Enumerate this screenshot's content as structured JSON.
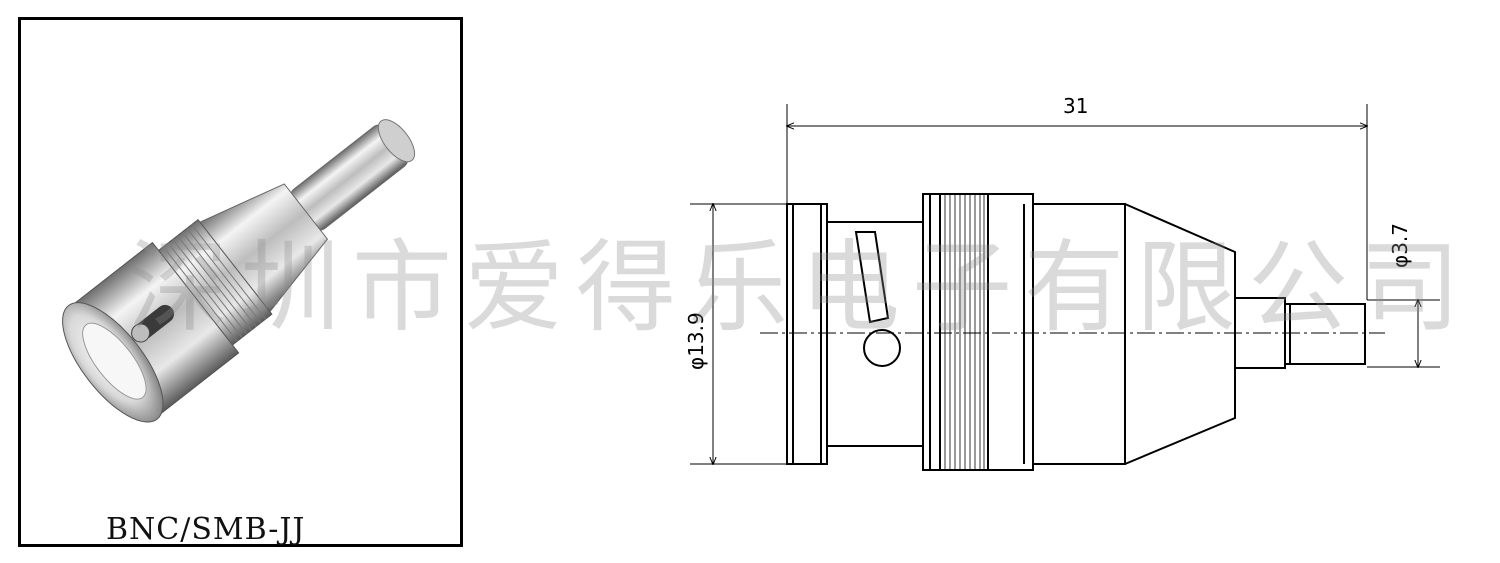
{
  "product": {
    "label": "BNC/SMB-JJ",
    "image_icon": "bnc-smb-adapter-photo"
  },
  "drawing": {
    "length": "31",
    "diameter_body": "φ13.9",
    "diameter_pin": "φ3.7"
  },
  "watermark": {
    "text": "深圳市爱得乐电子有限公司"
  },
  "colors": {
    "line": "#000000",
    "metal_light": "#f2f2f2",
    "metal_dark": "#7a7a7a",
    "watermark": "#8c8c8c"
  }
}
